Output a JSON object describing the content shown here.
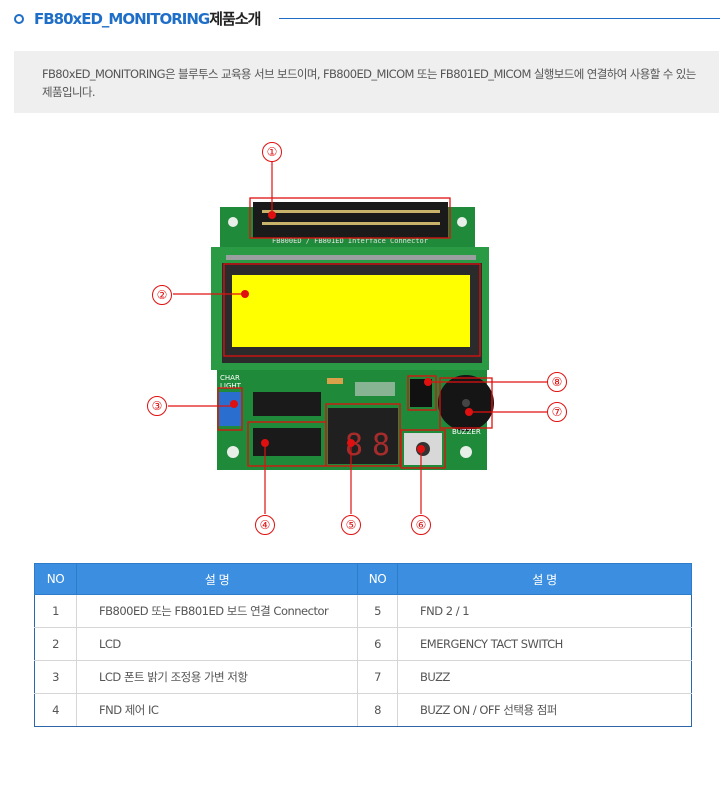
{
  "header": {
    "title_product": "FB80xED_MONITORING",
    "title_suffix": "제품소개"
  },
  "description": "FB80xED_MONITORING은 블루투스 교육용 서브 보드이며, FB800ED_MICOM 또는 FB801ED_MICOM 실행보드에 연결하여 사용할 수 있는 제품입니다.",
  "board": {
    "silkscreen": "FB800ED / FB801ED Interface Connector",
    "char_light_label": "CHAR\nLIGHT",
    "buzzer_label": "BUZZER",
    "callouts": [
      "①",
      "②",
      "③",
      "④",
      "⑤",
      "⑥",
      "⑦",
      "⑧"
    ],
    "colors": {
      "pcb": "#1f8a3a",
      "lcd": "#ffff00",
      "callout": "#e01010"
    }
  },
  "table": {
    "headers": [
      "NO",
      "설     명",
      "NO",
      "설     명"
    ],
    "rows": [
      {
        "no1": "1",
        "desc1": "FB800ED 또는 FB801ED 보드 연결 Connector",
        "no2": "5",
        "desc2": "FND 2 / 1"
      },
      {
        "no1": "2",
        "desc1": "LCD",
        "no2": "6",
        "desc2": "EMERGENCY TACT SWITCH"
      },
      {
        "no1": "3",
        "desc1": "LCD 폰트 밝기 조정용 가변 저항",
        "no2": "7",
        "desc2": "BUZZ"
      },
      {
        "no1": "4",
        "desc1": "FND 제어 IC",
        "no2": "8",
        "desc2": "BUZZ ON / OFF 선택용 점퍼"
      }
    ]
  }
}
